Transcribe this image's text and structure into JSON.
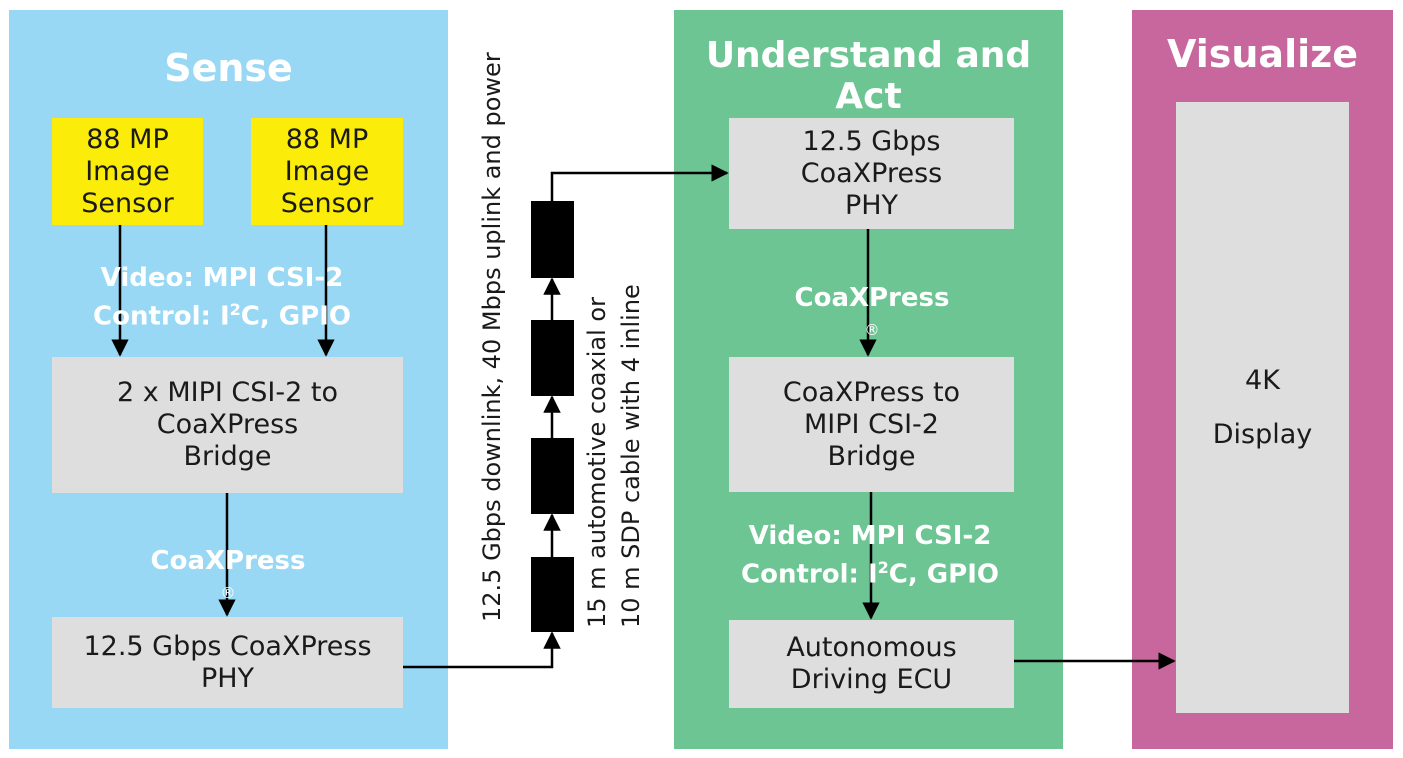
{
  "panels": {
    "sense": {
      "title": "Sense",
      "color": "#99d8f5"
    },
    "understand": {
      "title": "Understand and Act",
      "color": "#6cc592"
    },
    "visualize": {
      "title": "Visualize",
      "color": "#c7679e"
    }
  },
  "sense": {
    "sensor_left": [
      "88 MP",
      "Image",
      "Sensor"
    ],
    "sensor_right": [
      "88 MP",
      "Image",
      "Sensor"
    ],
    "sensor_link_label": {
      "line1": "Video: MPI CSI-2",
      "line2_prefix": "Control: I",
      "line2_sup": "2",
      "line2_suffix": "C, GPIO"
    },
    "bridge": [
      "2 x MIPI CSI-2 to",
      "CoaXPress",
      "Bridge"
    ],
    "protocol_label": {
      "text": "CoaXPress",
      "mark": "®"
    },
    "phy": [
      "12.5 Gbps CoaXPress",
      "PHY"
    ]
  },
  "cable": {
    "label_left": "12.5 Gbps downlink, 40 Mbps uplink and power",
    "label_right": [
      "15 m automotive coaxial or",
      "10 m SDP cable with 4 inline"
    ],
    "inline_count": 4
  },
  "understand": {
    "phy": [
      "12.5 Gbps",
      "CoaXPress",
      "PHY"
    ],
    "protocol_label": {
      "text": "CoaXPress",
      "mark": "®"
    },
    "bridge": [
      "CoaXPress to",
      "MIPI CSI-2",
      "Bridge"
    ],
    "ecu_link_label": {
      "line1": "Video: MPI CSI-2",
      "line2_prefix": "Control: I",
      "line2_sup": "2",
      "line2_suffix": "C, GPIO"
    },
    "ecu": [
      "Autonomous",
      "Driving ECU"
    ]
  },
  "visualize": {
    "display": [
      "4K",
      "Display"
    ]
  },
  "colors": {
    "sensor": "#fbec09",
    "box": "#dedede",
    "line": "#000000"
  }
}
